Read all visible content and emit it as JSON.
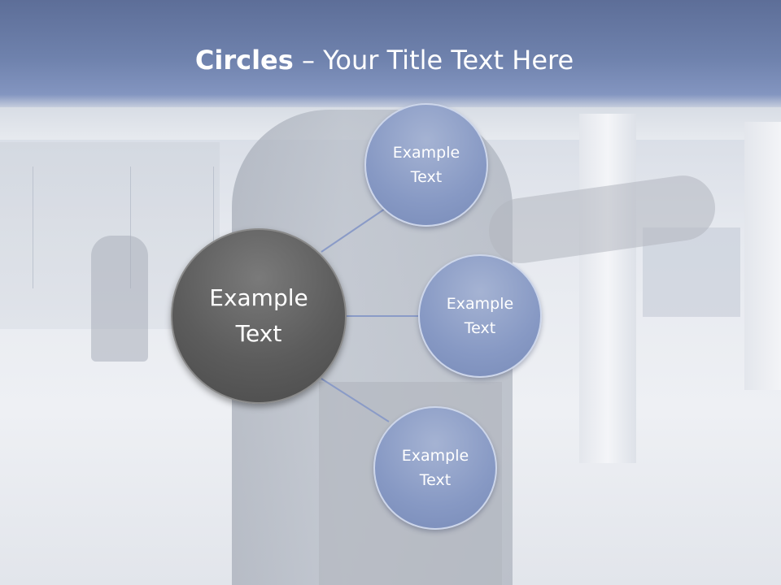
{
  "title": {
    "bold": "Circles",
    "rest": " – Your Title Text Here"
  },
  "center": {
    "line1": "Example",
    "line2": "Text"
  },
  "nodes": [
    {
      "line1": "Example",
      "line2": "Text"
    },
    {
      "line1": "Example",
      "line2": "Text"
    },
    {
      "line1": "Example",
      "line2": "Text"
    }
  ],
  "colors": {
    "header": "#6f82ad",
    "center_circle": "#5c5c5c",
    "node_circle": "#8799c4",
    "connector": "#8a9bc7"
  }
}
